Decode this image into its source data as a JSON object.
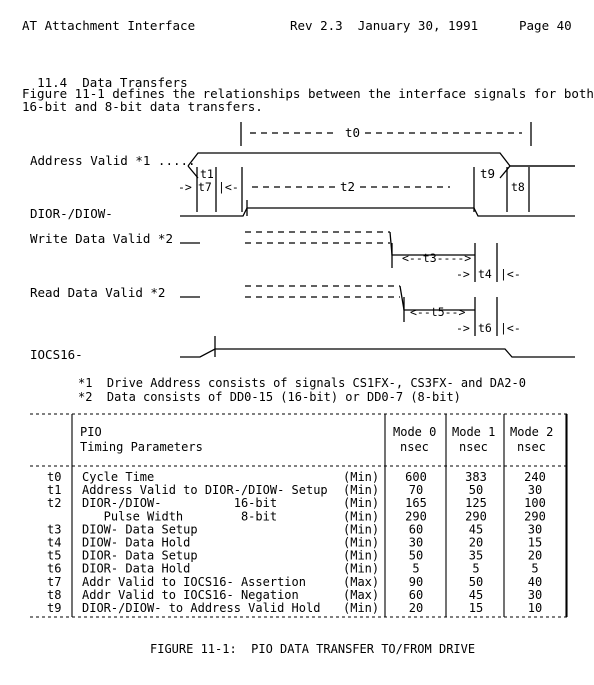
{
  "header": {
    "left": "AT Attachment Interface",
    "center": "Rev 2.3  January 30, 1991",
    "right": "Page 40"
  },
  "section": {
    "number": "11.4",
    "title": "Data Transfers"
  },
  "intro": {
    "line1": "Figure 11-1 defines the relationships between the interface signals for both",
    "line2": "16-bit and 8-bit data transfers."
  },
  "diagram": {
    "signals": {
      "address_valid": "Address Valid *1 .....",
      "dior_diow": "DIOR-/DIOW-",
      "write_data": "Write Data Valid *2",
      "read_data": "Read Data Valid  *2",
      "iocs16": "IOCS16-"
    },
    "labels": {
      "t0": "t0",
      "t1": "t1",
      "t2": "t2",
      "t3": "t3",
      "t4": "t4",
      "t5": "t5",
      "t6": "t6",
      "t7": "t7",
      "t8": "t8",
      "t9": "t9"
    }
  },
  "notes": [
    "*1  Drive Address consists of signals CS1FX-, CS3FX- and DA2-0",
    "*2  Data consists of DD0-15 (16-bit) or DD0-7 (8-bit)"
  ],
  "table": {
    "header": {
      "param_line1": "PIO",
      "param_line2": "Timing Parameters",
      "modes": [
        {
          "line1": "Mode 0",
          "line2": "nsec"
        },
        {
          "line1": "Mode 1",
          "line2": "nsec"
        },
        {
          "line1": "Mode 2",
          "line2": "nsec"
        }
      ]
    },
    "rows": [
      {
        "id": "t0",
        "param": "Cycle Time",
        "limit": "(Min)",
        "values": [
          "600",
          "383",
          "240"
        ]
      },
      {
        "id": "t1",
        "param": "Address Valid to DIOR-/DIOW- Setup",
        "limit": "(Min)",
        "values": [
          "70",
          "50",
          "30"
        ]
      },
      {
        "id": "t2",
        "param": "DIOR-/DIOW-          16-bit",
        "limit": "(Min)",
        "values": [
          "165",
          "125",
          "100"
        ]
      },
      {
        "id": "",
        "param": "   Pulse Width        8-bit",
        "limit": "(Min)",
        "values": [
          "290",
          "290",
          "290"
        ]
      },
      {
        "id": "t3",
        "param": "DIOW- Data Setup",
        "limit": "(Min)",
        "values": [
          "60",
          "45",
          "30"
        ]
      },
      {
        "id": "t4",
        "param": "DIOW- Data Hold",
        "limit": "(Min)",
        "values": [
          "30",
          "20",
          "15"
        ]
      },
      {
        "id": "t5",
        "param": "DIOR- Data Setup",
        "limit": "(Min)",
        "values": [
          "50",
          "35",
          "20"
        ]
      },
      {
        "id": "t6",
        "param": "DIOR- Data Hold",
        "limit": "(Min)",
        "values": [
          "5",
          "5",
          "5"
        ]
      },
      {
        "id": "t7",
        "param": "Addr Valid to IOCS16- Assertion",
        "limit": "(Max)",
        "values": [
          "90",
          "50",
          "40"
        ]
      },
      {
        "id": "t8",
        "param": "Addr Valid to IOCS16- Negation",
        "limit": "(Max)",
        "values": [
          "60",
          "45",
          "30"
        ]
      },
      {
        "id": "t9",
        "param": "DIOR-/DIOW- to Address Valid Hold",
        "limit": "(Min)",
        "values": [
          "20",
          "15",
          "10"
        ]
      }
    ]
  },
  "caption": "FIGURE 11-1:  PIO DATA TRANSFER TO/FROM DRIVE"
}
